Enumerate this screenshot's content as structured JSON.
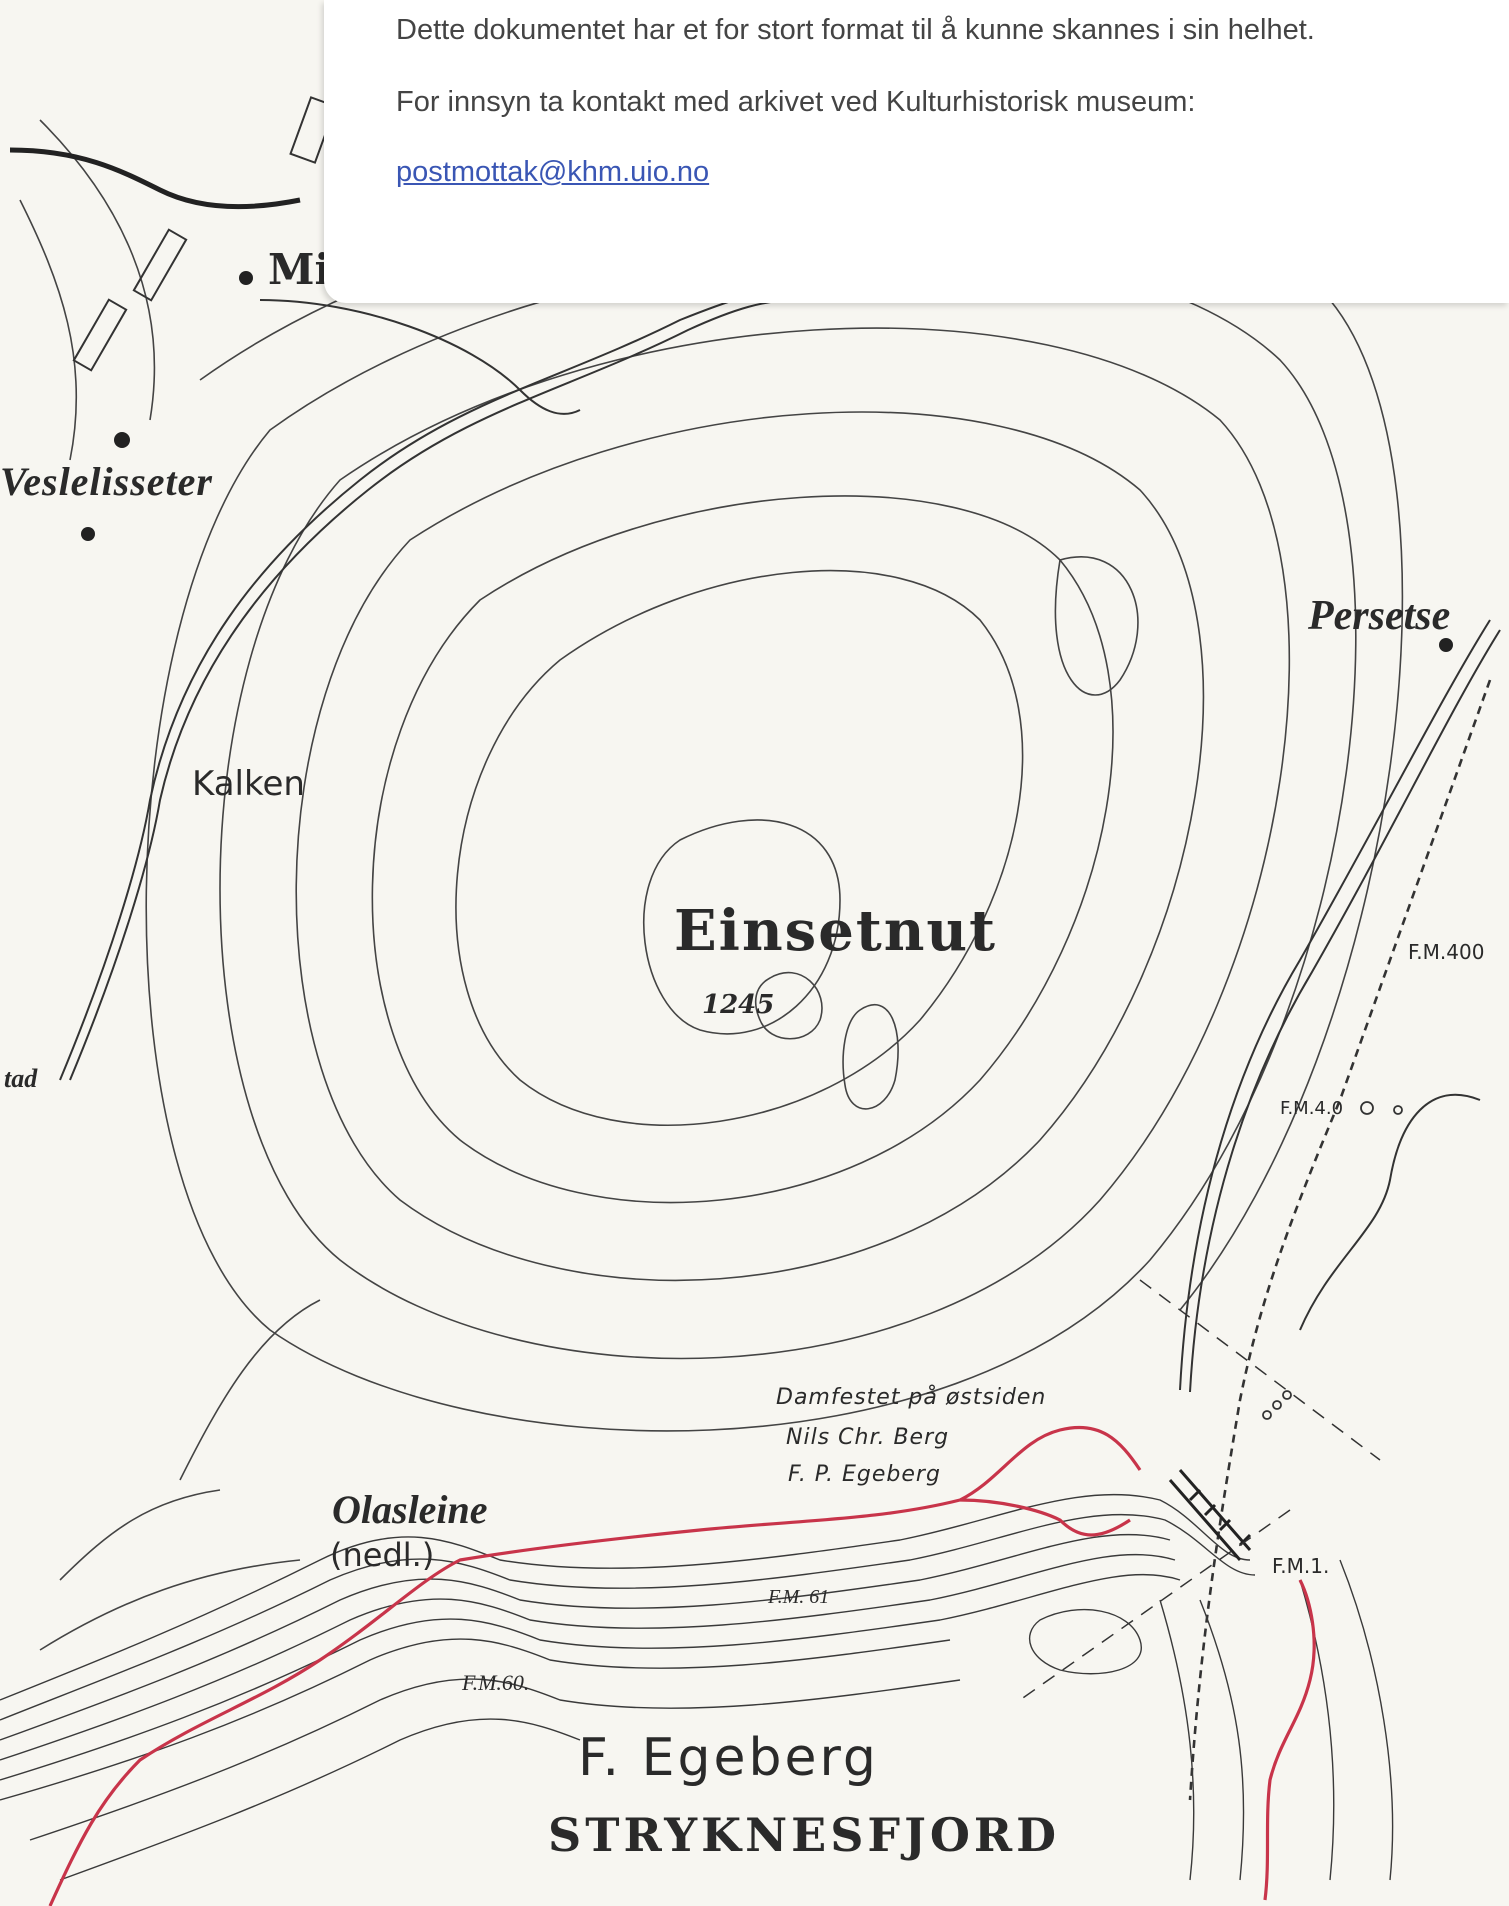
{
  "notice": {
    "line1": "Dette dokumentet har et for stort format til å kunne skannes i sin helhet.",
    "line2": "For innsyn ta kontakt med arkivet ved Kulturhistorisk museum:",
    "email": "postmottak@khm.uio.no"
  },
  "map": {
    "labels": {
      "mi": "Mi",
      "veslelisseter": "Veslelisseter",
      "tad": "tad",
      "kalken": "Kalken",
      "einsetnut": "Einsetnut",
      "peak_elevation": "1245",
      "persetse": "Persetse",
      "fm400": "F.M.400",
      "fm40": "F.M.4.0",
      "olasleine": "Olasleine",
      "nedl": "(nedl.)",
      "fm61": "F.M. 61",
      "fm60": "F.M.60.",
      "fm1": "F.M.1.",
      "annotation_line1": "Damfestet på østsiden",
      "annotation_line2": "Nils Chr. Berg",
      "annotation_line3": "F. P. Egeberg",
      "signature": "F. Egeberg",
      "fjord": "STRYKNESFJORD"
    },
    "colors": {
      "ink": "#2b2b2b",
      "red_trail": "#c8344a",
      "paper": "#f7f6f1"
    }
  }
}
